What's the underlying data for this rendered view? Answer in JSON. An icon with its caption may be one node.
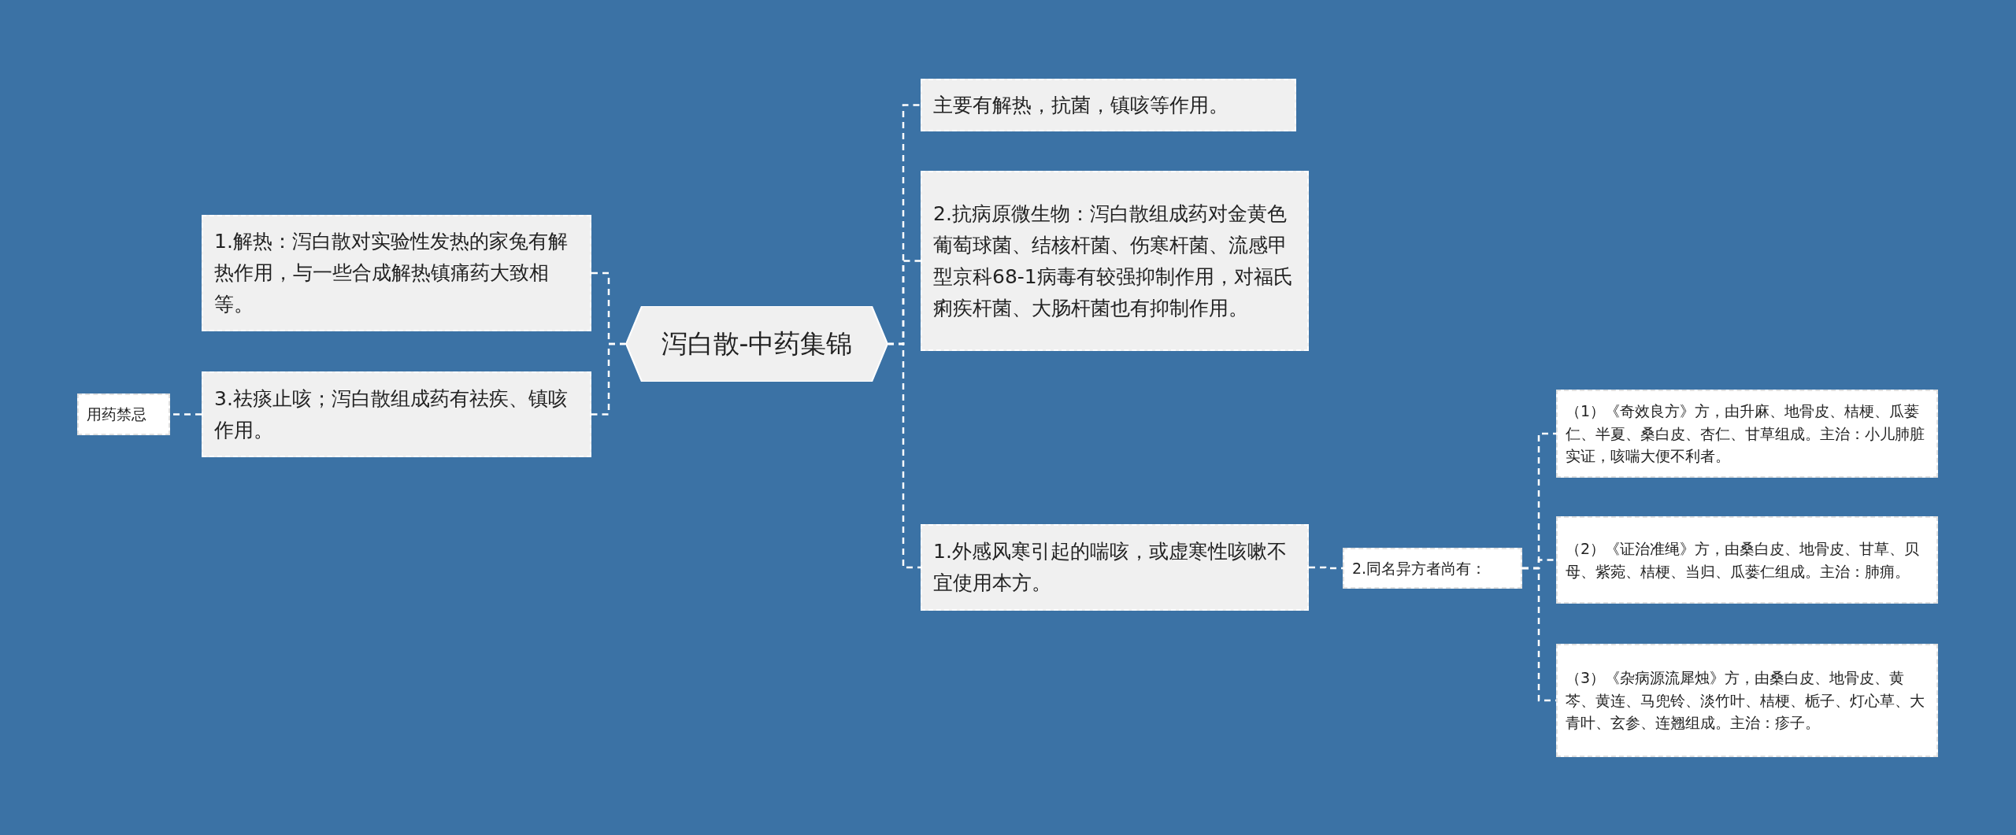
{
  "diagram": {
    "nodes": [
      {
        "text": [
          "泻白散-中药集锦"
        ]
      },
      {
        "text": [
          "1.解热：泻白散对实验性发热的家兔有解热作用，与一些合成解热镇痛药大致相等。"
        ]
      },
      {
        "text": [
          "3.祛痰止咳；泻白散组成药有祛疾、镇咳作用。"
        ]
      },
      {
        "text": [
          "用药禁忌"
        ]
      },
      {
        "text": [
          "主要有解热，抗菌，镇咳等作用。"
        ]
      },
      {
        "text": [
          "2.抗病原微生物：泻白散组成药对金黄色葡萄球菌、结核杆菌、伤寒杆菌、流感甲型京科68-1病毒有较强抑制作用，对福氏痢疾杆菌、大肠杆菌也有抑制作用。"
        ]
      },
      {
        "text": [
          "1.外感风寒引起的喘咳，或虚寒性咳嗽不宜使用本方。"
        ]
      },
      {
        "text": [
          "2.同名异方者尚有："
        ]
      },
      {
        "text": [
          "（1）《奇效良方》方，由升麻、地骨皮、桔梗、瓜蒌仁、半夏、桑白皮、杏仁、甘草组成。主治：小儿肺脏实证，咳喘大便不利者。"
        ]
      },
      {
        "text": [
          "（2）《证治准绳》方，由桑白皮、地骨皮、甘草、贝母、紫菀、桔梗、当归、瓜蒌仁组成。主治：肺痈。"
        ]
      },
      {
        "text": [
          "（3）《杂病源流犀烛》方，由桑白皮、地骨皮、黄芩、黄连、马兜铃、淡竹叶、桔梗、栀子、灯心草、大青叶、玄参、连翘组成。主治：疹子。"
        ]
      }
    ],
    "edges": [
      {
        "from": 0,
        "to": 1,
        "arrow": "none",
        "style": "dashed"
      },
      {
        "from": 0,
        "to": 2,
        "arrow": "none",
        "style": "dashed"
      },
      {
        "from": 2,
        "to": 3,
        "arrow": "none",
        "style": "dashed"
      },
      {
        "from": 0,
        "to": 4,
        "arrow": "none",
        "style": "dashed"
      },
      {
        "from": 0,
        "to": 5,
        "arrow": "none",
        "style": "dashed"
      },
      {
        "from": 0,
        "to": 6,
        "arrow": "none",
        "style": "dashed"
      },
      {
        "from": 6,
        "to": 7,
        "arrow": "none",
        "style": "dashed"
      },
      {
        "from": 7,
        "to": 8,
        "arrow": "none",
        "style": "dashed"
      },
      {
        "from": 7,
        "to": 9,
        "arrow": "none",
        "style": "dashed"
      },
      {
        "from": 7,
        "to": 10,
        "arrow": "none",
        "style": "dashed"
      }
    ]
  }
}
